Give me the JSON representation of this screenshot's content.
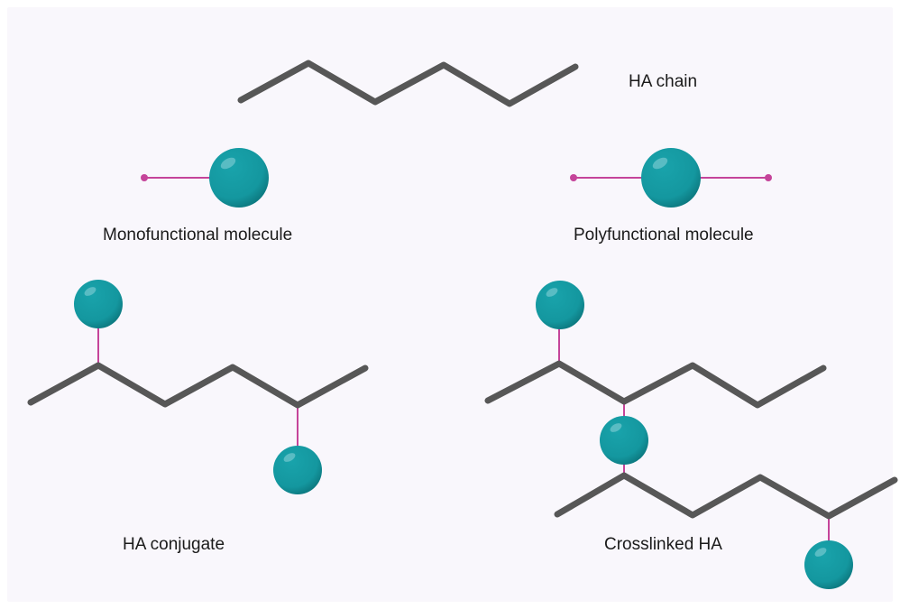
{
  "labels": {
    "ha_chain": "HA chain",
    "monofunctional": "Monofunctional molecule",
    "polyfunctional": "Polyfunctional molecule",
    "ha_conjugate": "HA conjugate",
    "crosslinked": "Crosslinked HA"
  },
  "colors": {
    "background": "#f9f7fc",
    "chain": "#575757",
    "link": "#c5449a",
    "bead": "#14979f",
    "bead_shade": "#0d7b82",
    "bead_highlight": "#6fc6cc",
    "text": "#1a1a1a"
  }
}
